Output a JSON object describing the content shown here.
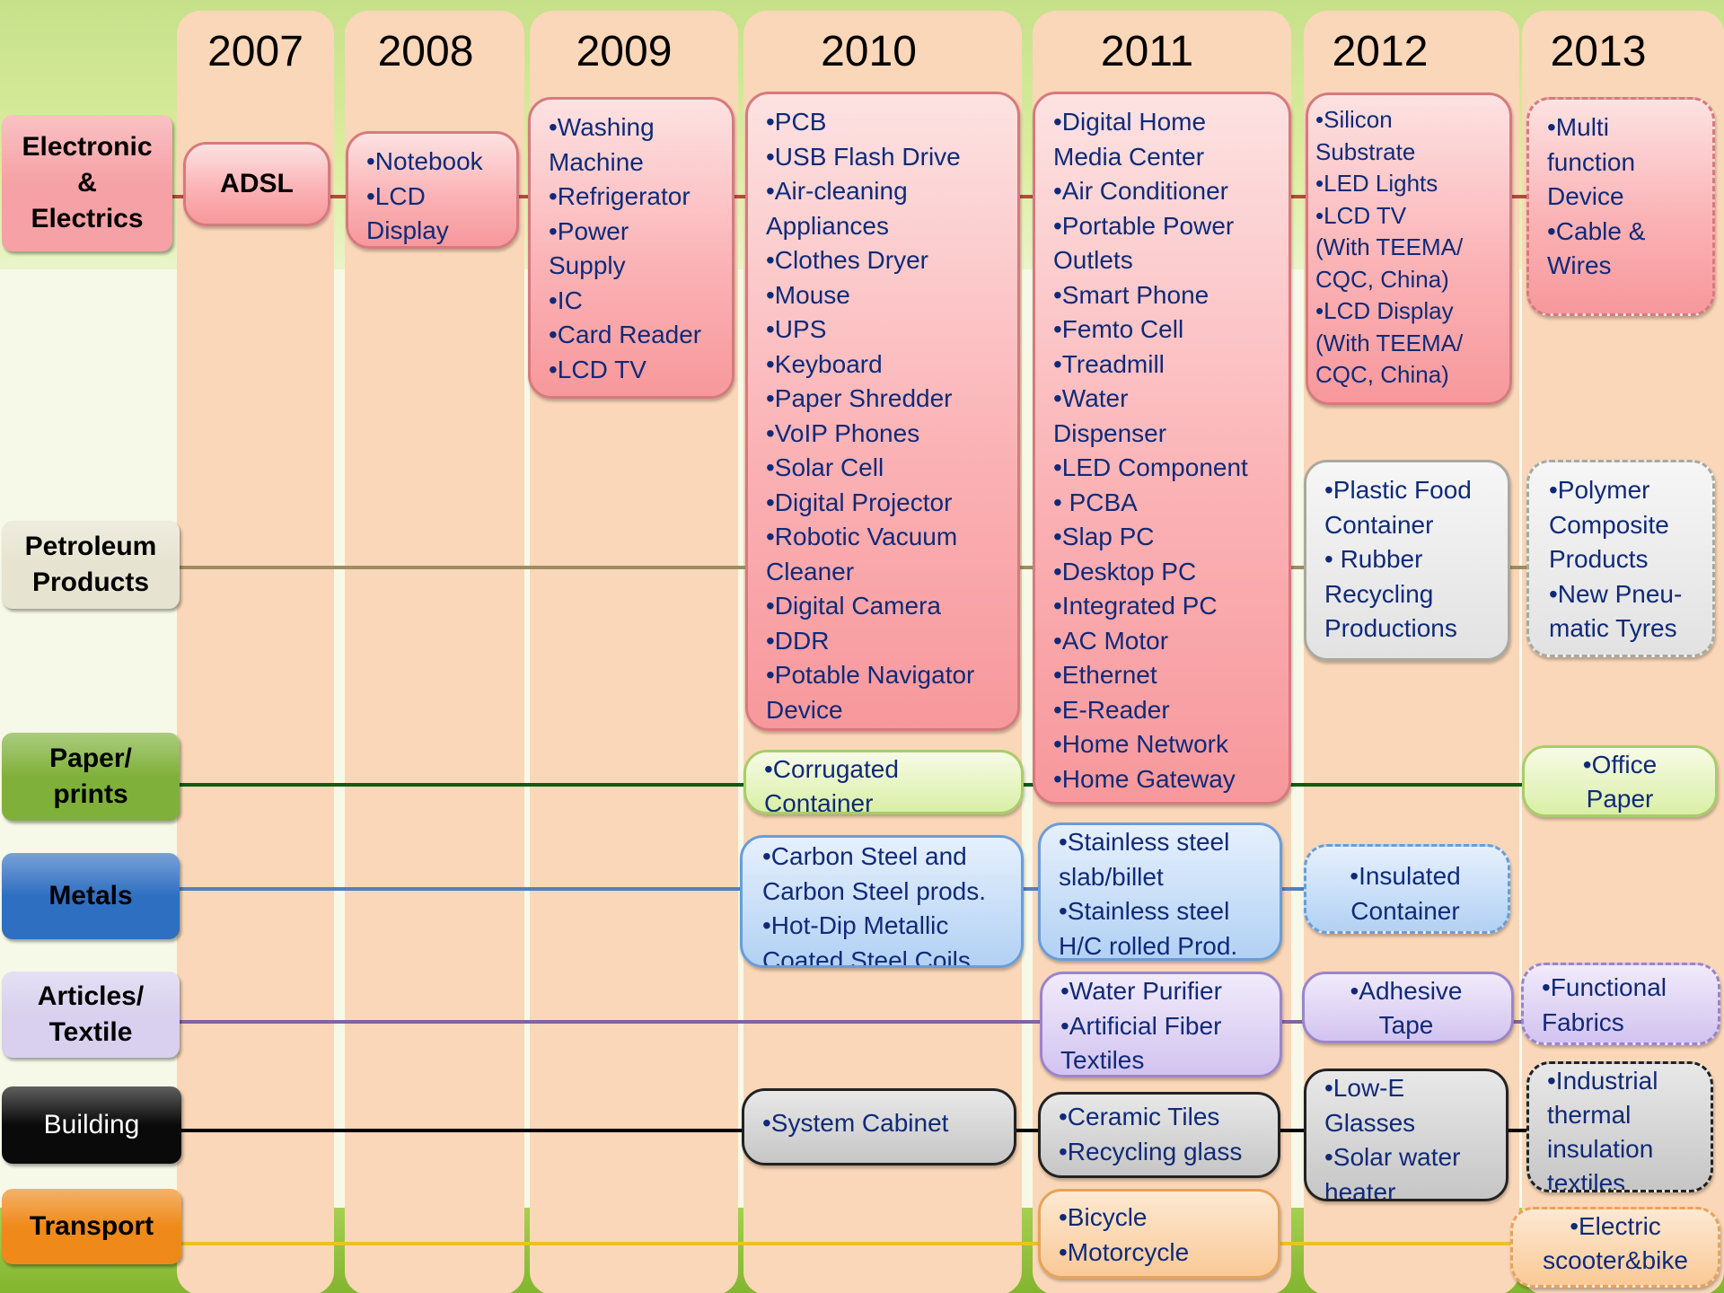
{
  "years": [
    "2007",
    "2008",
    "2009",
    "2010",
    "2011",
    "2012",
    "2013"
  ],
  "categories": [
    {
      "key": "electronic",
      "label": "Electronic\n&\nElectrics",
      "color": "#f6a1a5",
      "line": "#b24a3e"
    },
    {
      "key": "petroleum",
      "label": "Petroleum\nProducts",
      "color": "#e6e3d0",
      "line": "#a08c62"
    },
    {
      "key": "paper",
      "label": "Paper/\nprints",
      "color": "#7fb13a",
      "line": "#0c5c12"
    },
    {
      "key": "metals",
      "label": "Metals",
      "color": "#2f6fc1",
      "line": "#4f81bd"
    },
    {
      "key": "articles",
      "label": "Articles/\nTextile",
      "color": "#d8d0ee",
      "line": "#8064a2"
    },
    {
      "key": "building",
      "label": "Building",
      "color": "#0a0a0a",
      "line": "#000000"
    },
    {
      "key": "transport",
      "label": "Transport",
      "color": "#ef8a1a",
      "line": "#f0c020"
    }
  ],
  "boxes": [
    {
      "id": "electronic-2007",
      "items": [
        "ADSL"
      ]
    },
    {
      "id": "electronic-2008",
      "items": [
        "•Notebook",
        "•LCD\n  Display"
      ]
    },
    {
      "id": "electronic-2009",
      "items": [
        "•Washing\n  Machine",
        "•Refrigerator",
        "•Power\n  Supply",
        "•IC",
        "•Card Reader",
        "•LCD TV"
      ]
    },
    {
      "id": "electronic-2010",
      "items": [
        "•PCB",
        "•USB Flash Drive",
        "•Air-cleaning\n  Appliances",
        "•Clothes Dryer",
        "•Mouse",
        "•UPS",
        "•Keyboard",
        "•Paper Shredder",
        "•VoIP Phones",
        "•Solar  Cell",
        "•Digital Projector",
        "•Robotic Vacuum\nCleaner",
        "•Digital Camera",
        "•DDR",
        "•Potable Navigator\n  Device"
      ]
    },
    {
      "id": "electronic-2011",
      "items": [
        "•Digital Home\n  Media Center",
        "•Air Conditioner",
        "•Portable Power\n  Outlets",
        "•Smart Phone",
        "•Femto Cell",
        "•Treadmill",
        "•Water\nDispenser",
        "•LED Component",
        "• PCBA",
        "•Slap PC",
        "•Desktop PC",
        "•Integrated PC",
        "•AC Motor",
        "•Ethernet",
        "•E-Reader",
        "•Home Network",
        "•Home Gateway"
      ]
    },
    {
      "id": "electronic-2012",
      "items": [
        "•Silicon\nSubstrate",
        "•LED Lights",
        "•LCD TV\n(With TEEMA/\nCQC, China)",
        "•LCD  Display\n(With TEEMA/\nCQC, China)"
      ]
    },
    {
      "id": "electronic-2013",
      "items": [
        "•Multi\n  function\n  Device",
        "•Cable &\n  Wires"
      ]
    },
    {
      "id": "petroleum-2012",
      "items": [
        "•Plastic Food\n  Container",
        "• Rubber\n  Recycling\n  Productions"
      ]
    },
    {
      "id": "petroleum-2013",
      "items": [
        "•Polymer\nComposite\nProducts",
        "•New Pneu-\nmatic Tyres"
      ]
    },
    {
      "id": "paper-2010",
      "items": [
        "•Corrugated\n  Container"
      ]
    },
    {
      "id": "paper-2013",
      "items": [
        "•Office\nPaper"
      ]
    },
    {
      "id": "metals-2010",
      "items": [
        "•Carbon Steel and\nCarbon Steel prods.",
        "•Hot-Dip Metallic\nCoated Steel Coils"
      ]
    },
    {
      "id": "metals-2011",
      "items": [
        "•Stainless steel\n  slab/billet",
        "•Stainless steel\nH/C rolled Prod."
      ]
    },
    {
      "id": "metals-2012",
      "items": [
        "•Insulated\nContainer"
      ]
    },
    {
      "id": "articles-2011",
      "items": [
        "•Water Purifier",
        "•Artificial Fiber\nTextiles"
      ]
    },
    {
      "id": "articles-2012",
      "items": [
        "•Adhesive\nTape"
      ]
    },
    {
      "id": "articles-2013",
      "items": [
        "•Functional\nFabrics"
      ]
    },
    {
      "id": "building-2010",
      "items": [
        "•System Cabinet"
      ]
    },
    {
      "id": "building-2011",
      "items": [
        "•Ceramic Tiles",
        "•Recycling glass"
      ]
    },
    {
      "id": "building-2012",
      "items": [
        "•Low-E\nGlasses",
        "•Solar  water\nheater"
      ]
    },
    {
      "id": "building-2013",
      "items": [
        "•Industrial\nthermal\ninsulation\ntextiles"
      ]
    },
    {
      "id": "transport-2011",
      "items": [
        "•Bicycle",
        "•Motorcycle"
      ]
    },
    {
      "id": "transport-2013",
      "items": [
        "•Electric\nscooter&bike"
      ]
    }
  ]
}
